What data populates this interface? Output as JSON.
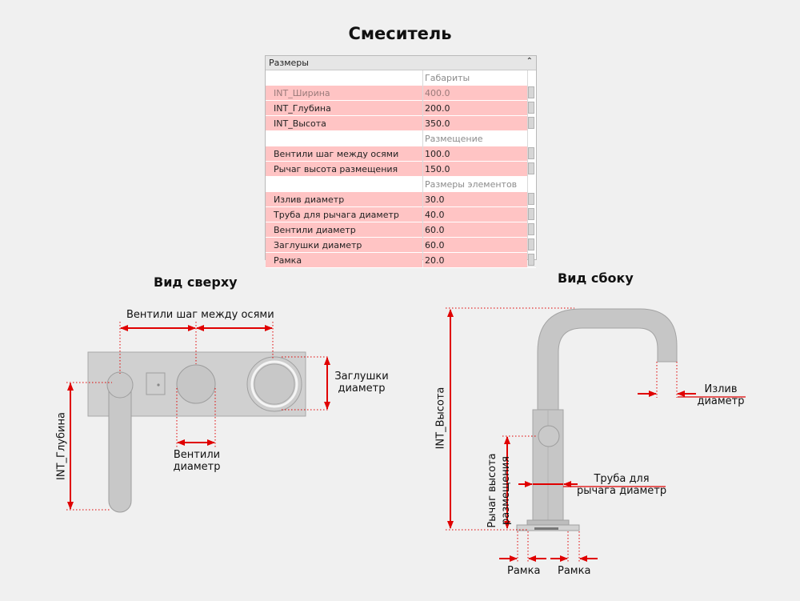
{
  "title": "Смеситель",
  "properties": {
    "header": "Размеры",
    "collapse_icon": "double-chevron-up-icon",
    "rows": [
      {
        "type": "group",
        "value": "Габариты"
      },
      {
        "type": "param",
        "name": "INT_Ширина",
        "value": "400.0",
        "dimmed": true
      },
      {
        "type": "param",
        "name": "INT_Глубина",
        "value": "200.0"
      },
      {
        "type": "param",
        "name": "INT_Высота",
        "value": "350.0"
      },
      {
        "type": "group",
        "value": "Размещение"
      },
      {
        "type": "param",
        "name": "Вентили шаг между осями",
        "value": "100.0"
      },
      {
        "type": "param",
        "name": "Рычаг высота размещения",
        "value": "150.0"
      },
      {
        "type": "group",
        "value": "Размеры элементов"
      },
      {
        "type": "param",
        "name": "Излив диаметр",
        "value": "30.0"
      },
      {
        "type": "param",
        "name": "Труба для рычага диаметр",
        "value": "40.0"
      },
      {
        "type": "param",
        "name": "Вентили диаметр",
        "value": "60.0"
      },
      {
        "type": "param",
        "name": "Заглушки диаметр",
        "value": "60.0"
      },
      {
        "type": "param",
        "name": "Рамка",
        "value": "20.0"
      }
    ]
  },
  "top_view": {
    "title": "Вид сверху",
    "labels": {
      "valve_spacing": "Вентили шаг между осями",
      "caps_line1": "Заглушки",
      "caps_line2": "диаметр",
      "valve_d_line1": "Вентили",
      "valve_d_line2": "диаметр",
      "depth": "INT_Глубина"
    }
  },
  "side_view": {
    "title": "Вид сбоку",
    "labels": {
      "height": "INT_Высота",
      "lever_h_line1": "Рычаг высота",
      "lever_h_line2": "размещения",
      "spout_line1": "Излив",
      "spout_line2": "диаметр",
      "pipe_line1": "Труба для",
      "pipe_line2": "рычага диаметр",
      "frame_left": "Рамка",
      "frame_right": "Рамка"
    }
  },
  "colors": {
    "dimension": "#e00000",
    "table_param_bg": "#ffc4c4",
    "metal": "#c4c4c4",
    "metal_stroke": "#a6a6a6"
  }
}
